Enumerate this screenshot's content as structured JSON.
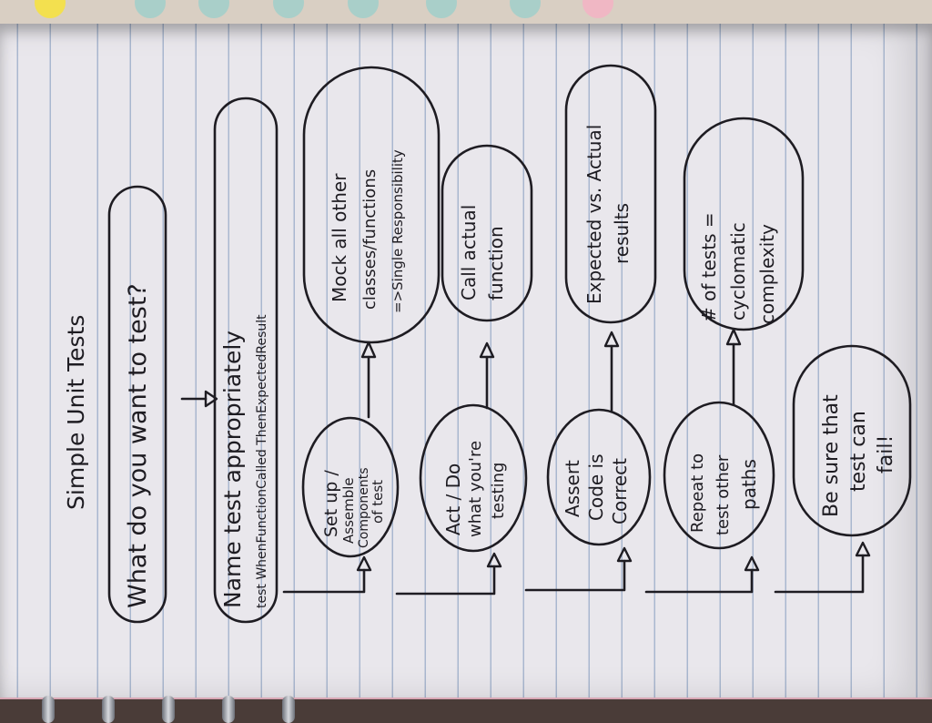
{
  "title": "Simple Unit Tests",
  "steps": {
    "what": "What do you want to test?",
    "name_main": "Name test appropriately",
    "name_sub": "test WhenFunctionCalled ThenExpectedResult",
    "setup": [
      "Set up /",
      "Assemble",
      "Components",
      "of test"
    ],
    "mock": [
      "Mock all other",
      "classes/functions",
      "=>Single Responsibility"
    ],
    "act": [
      "Act / Do",
      "what you're",
      "testing"
    ],
    "call": [
      "Call actual",
      "function"
    ],
    "assert": [
      "Assert",
      "Code is",
      "Correct"
    ],
    "expected": [
      "Expected vs. Actual",
      "results"
    ],
    "repeat": [
      "Repeat to",
      "test other",
      "paths"
    ],
    "tests": [
      "# of tests =",
      "cyclomatic",
      "complexity"
    ],
    "fail": [
      "Be sure that",
      "test can",
      "fail!"
    ]
  },
  "ink_color": "#1e1c22"
}
